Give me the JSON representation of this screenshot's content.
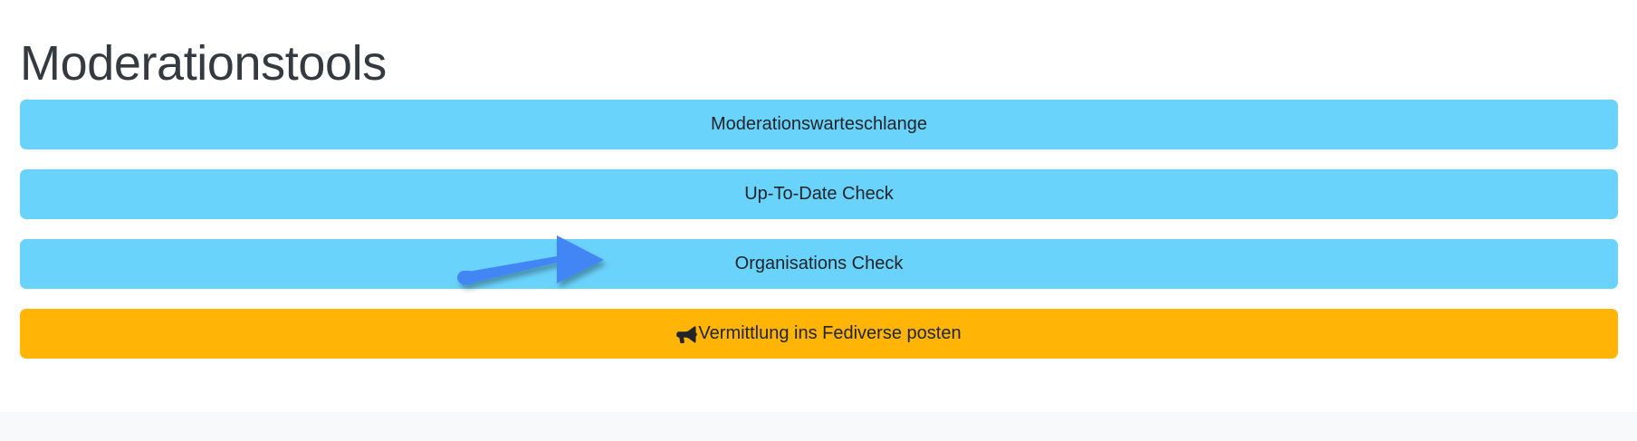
{
  "page": {
    "title": "Moderationstools",
    "background_color": "#ffffff",
    "footer_color": "#f8f9fa"
  },
  "buttons": [
    {
      "label": "Moderationswarteschlange",
      "color": "#6ad3fb",
      "style": "blue",
      "icon": null
    },
    {
      "label": "Up-To-Date Check",
      "color": "#6ad3fb",
      "style": "blue",
      "icon": null
    },
    {
      "label": "Organisations Check",
      "color": "#6ad3fb",
      "style": "blue",
      "icon": null
    },
    {
      "label": "Vermittlung ins Fediverse posten",
      "color": "#ffb406",
      "style": "orange",
      "icon": "megaphone-icon"
    }
  ],
  "annotation": {
    "type": "arrow",
    "name": "annotation-arrow",
    "color": "#4285f4",
    "direction": "right",
    "points_to": "Organisations Check"
  }
}
